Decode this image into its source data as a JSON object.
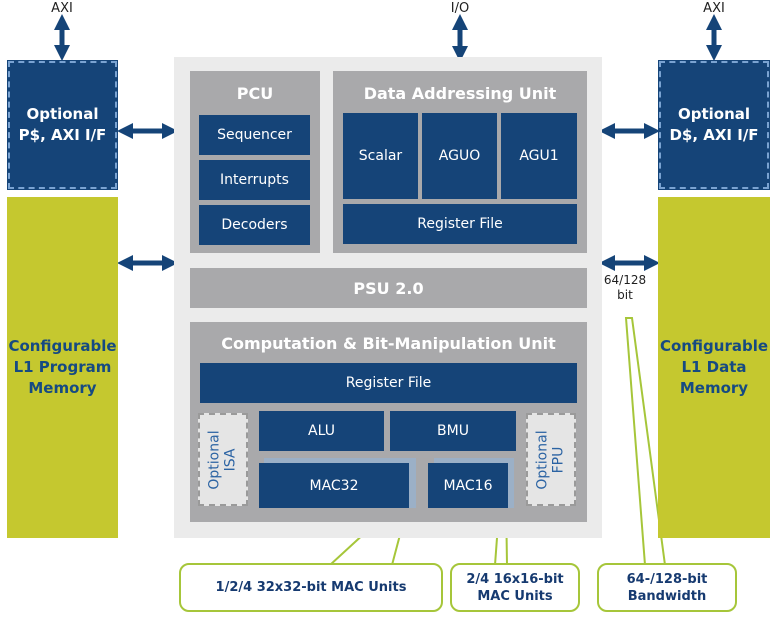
{
  "top_labels": {
    "axi_left": "AXI",
    "io": "I/O",
    "axi_right": "AXI"
  },
  "left": {
    "cache": "Optional\nP$, AXI I/F",
    "memory": "Configurable\nL1 Program\nMemory"
  },
  "right": {
    "cache": "Optional\nD$, AXI I/F",
    "memory": "Configurable\nL1 Data\nMemory",
    "bus_width": "64/128\nbit"
  },
  "pcu": {
    "title": "PCU",
    "items": [
      "Sequencer",
      "Interrupts",
      "Decoders"
    ]
  },
  "dau": {
    "title": "Data Addressing Unit",
    "items": [
      "Scalar",
      "AGUO",
      "AGU1"
    ],
    "register_file": "Register File"
  },
  "psu": {
    "title": "PSU 2.0"
  },
  "cbu": {
    "title": "Computation & Bit-Manipulation Unit",
    "register_file": "Register File",
    "alu": "ALU",
    "bmu": "BMU",
    "mac32": "MAC32",
    "mac16": "MAC16",
    "opt_isa": "Optional\nISA",
    "opt_fpu": "Optional\nFPU"
  },
  "callouts": {
    "mac32": "1/2/4 32x32-bit MAC Units",
    "mac16": "2/4 16x16-bit\nMAC Units",
    "bandwidth": "64-/128-bit\nBandwidth"
  },
  "colors": {
    "navy": "#154478",
    "yellow": "#c5c82f",
    "panel": "#a9a9ab",
    "core": "#ebebeb",
    "callout_border": "#a6c63a",
    "arrow": "#154478"
  }
}
